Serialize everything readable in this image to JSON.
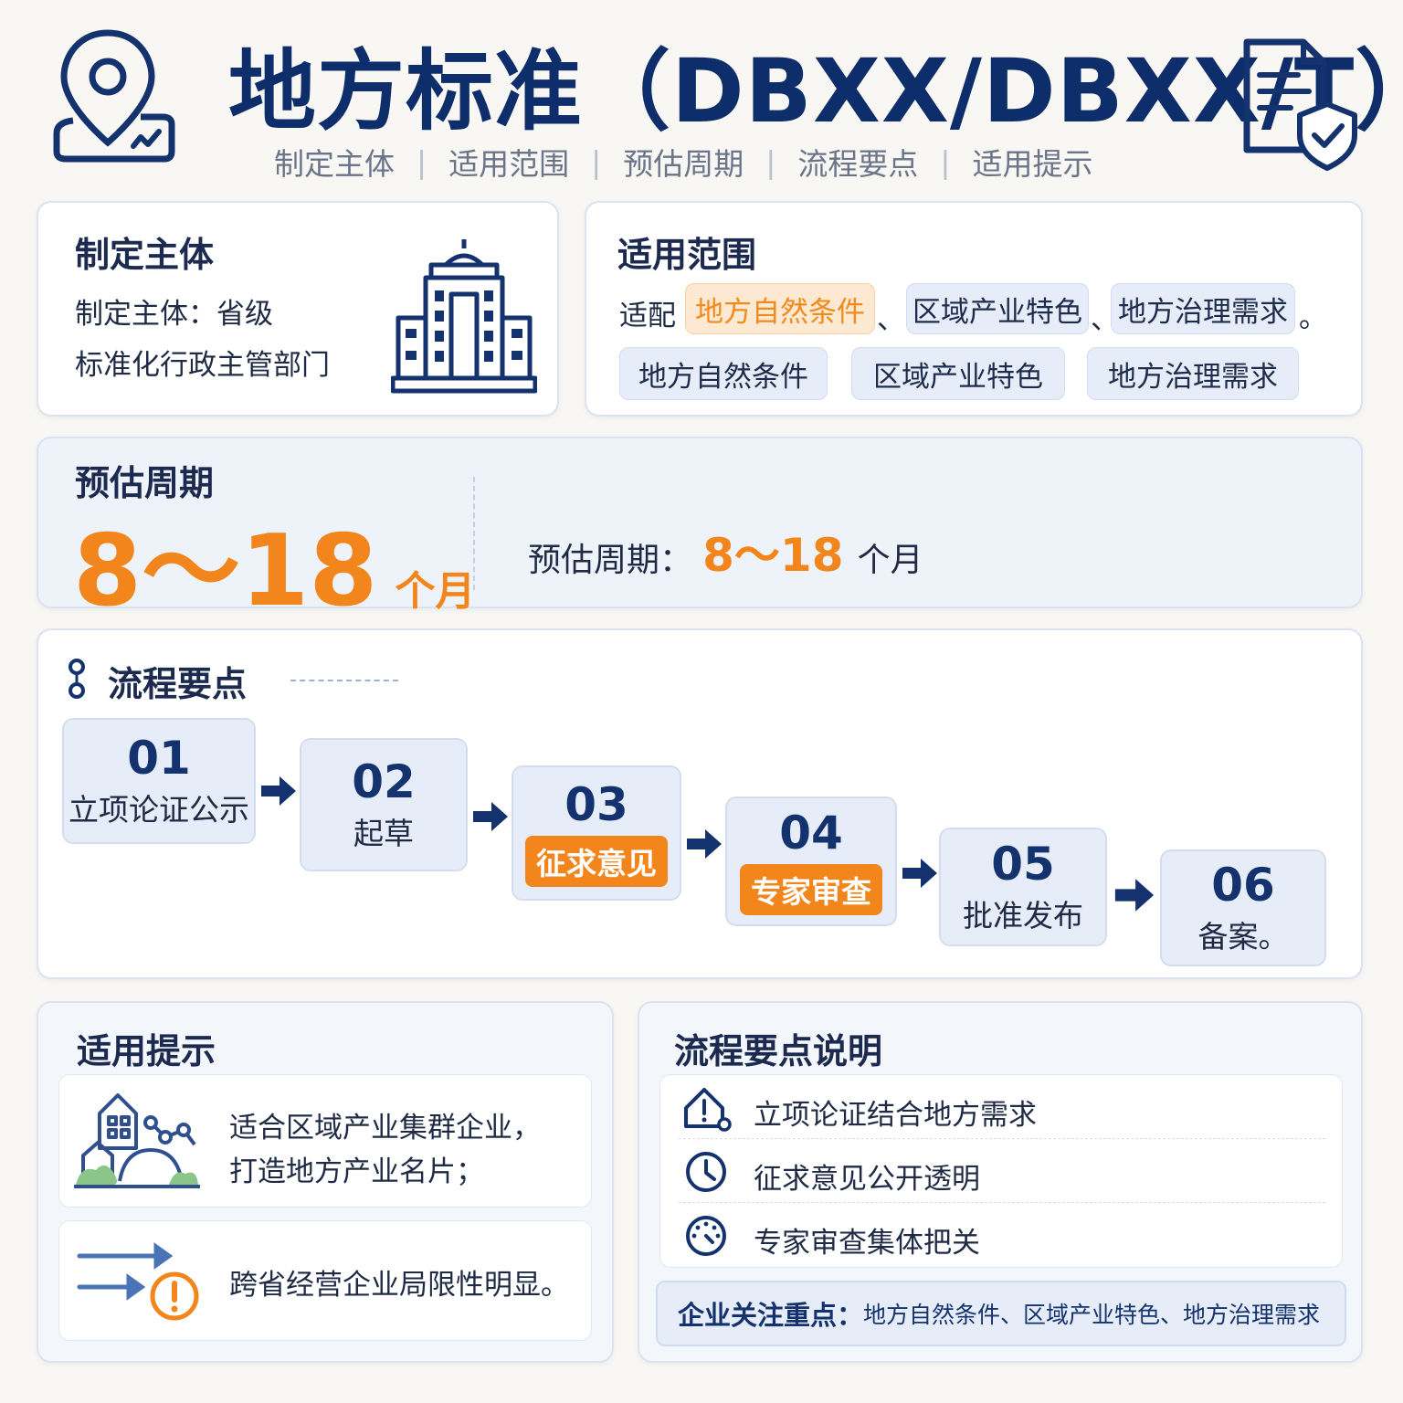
{
  "header": {
    "title": "地方标准（DBXX/DBXX/T）",
    "nav": [
      "制定主体",
      "适用范围",
      "预估周期",
      "流程要点",
      "适用提示"
    ],
    "left_icon": "location-pin-icon",
    "right_icon": "document-shield-icon"
  },
  "issuer": {
    "title": "制定主体",
    "line1": "制定主体：省级",
    "line2": "标准化行政主管部门",
    "icon": "government-building-icon"
  },
  "scope": {
    "title": "适用范围",
    "prefix": "适配",
    "inline_tags": [
      "地方自然条件",
      "区域产业特色",
      "地方治理需求"
    ],
    "sep": "、",
    "end": "。",
    "tags": [
      "地方自然条件",
      "区域产业特色",
      "地方治理需求"
    ]
  },
  "cycle": {
    "title": "预估周期",
    "range": "8～18",
    "unit": "个月",
    "label": "预估周期：",
    "range_small": "8～18",
    "unit_small": "个月"
  },
  "process": {
    "title": "流程要点",
    "steps": [
      {
        "num": "01",
        "label": "立项论证公示",
        "highlight": false
      },
      {
        "num": "02",
        "label": "起草",
        "highlight": false
      },
      {
        "num": "03",
        "label": "征求意见",
        "highlight": true
      },
      {
        "num": "04",
        "label": "专家审查",
        "highlight": true
      },
      {
        "num": "05",
        "label": "批准发布",
        "highlight": false
      },
      {
        "num": "06",
        "label": "备案。",
        "highlight": false
      }
    ]
  },
  "tips": {
    "title": "适用提示",
    "items": [
      {
        "line1": "适合区域产业集群企业，",
        "line2": "打造地方产业名片；",
        "icon": "industry-cluster-icon"
      },
      {
        "line1": "跨省经营企业局限性明显。",
        "icon": "cross-region-warning-icon"
      }
    ]
  },
  "notes": {
    "title": "流程要点说明",
    "items": [
      {
        "text": "立项论证结合地方需求",
        "icon": "house-alert-icon"
      },
      {
        "text": "征求意见公开透明",
        "icon": "clock-icon"
      },
      {
        "text": "专家审查集体把关",
        "icon": "dial-icon"
      }
    ],
    "focus_label": "企业关注重点：",
    "focus_text": "地方自然条件、区域产业特色、地方治理需求"
  },
  "colors": {
    "navy": "#0e2d6b",
    "orange": "#f2861c",
    "tag_bg": "#e6edf8",
    "page_bg": "#f8f7f4"
  }
}
